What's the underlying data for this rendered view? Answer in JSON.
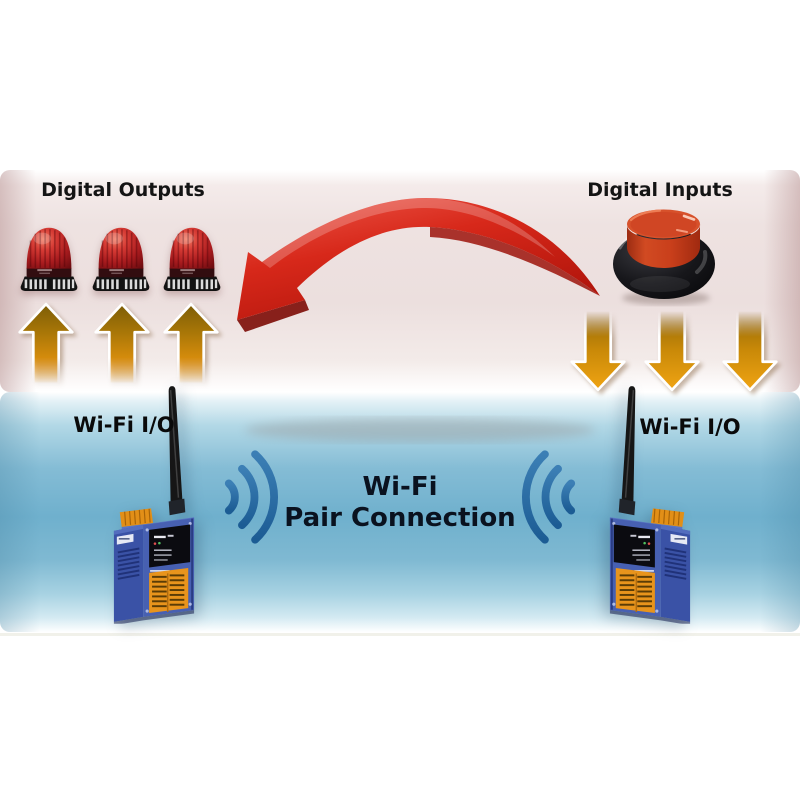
{
  "top_scene": {
    "digital_outputs_label": "Digital Outputs",
    "digital_inputs_label": "Digital Inputs",
    "output_device_icon": "alarm-beacon-icon",
    "input_device_icon": "push-button-icon",
    "flow_arrow_icon": "red-curved-arrow-icon",
    "beacon_count": 3,
    "output_arrow_count": 3,
    "input_arrow_count": 3
  },
  "bottom_scene": {
    "left_device_label": "Wi-Fi I/O",
    "right_device_label": "Wi-Fi I/O",
    "title_line1": "Wi-Fi",
    "title_line2": "Pair Connection",
    "device_icon": "wifi-io-module-icon",
    "signal_icon": "wifi-waves-icon",
    "device_count": 2,
    "wave_arcs_per_side": 3
  },
  "colors": {
    "top_band": "#eee2e1",
    "top_band_edge": "#d6bfbd",
    "bottom_band_deep": "#6fb0cd",
    "bottom_band_light": "#e3f1f6",
    "red_arrow": "#c81d12",
    "orange_arrow_dark": "#8a6408",
    "orange_arrow_bright": "#efa012",
    "beacon_red": "#c0242a",
    "button_red": "#cc4222",
    "device_blue": "#4460b2",
    "terminal_orange": "#e8941c",
    "wave_blue": "#2a6ca6",
    "label_text": "#141414",
    "title_text": "#0a121f"
  }
}
